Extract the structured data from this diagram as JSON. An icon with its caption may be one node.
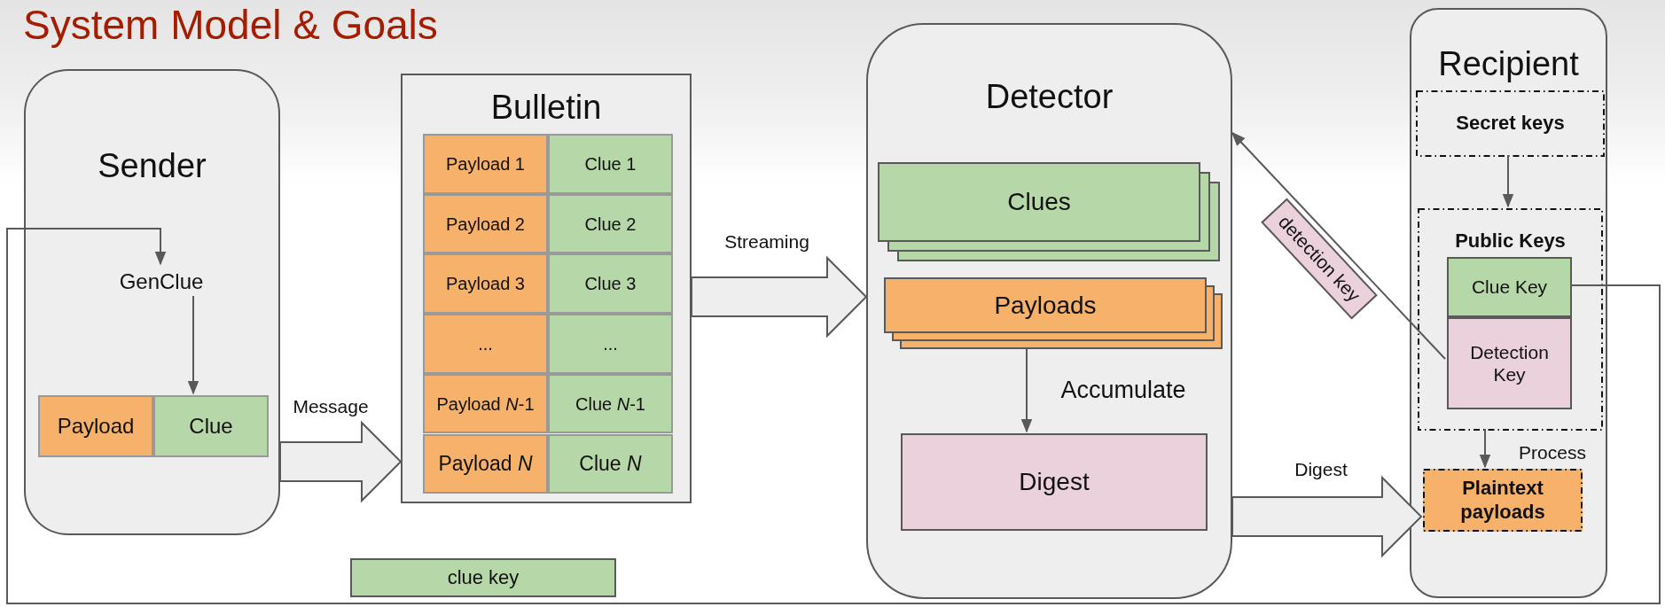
{
  "diagram": {
    "title": "System Model & Goals",
    "nodes": [
      {
        "text": [
          "Sender"
        ]
      },
      {
        "text": [
          "GenClue"
        ],
        "in": 0
      },
      {
        "text": [
          "Payload"
        ],
        "in": 0
      },
      {
        "text": [
          "Clue"
        ],
        "in": 0
      },
      {
        "text": [
          "Bulletin"
        ]
      },
      {
        "text": [
          "Payload 1"
        ],
        "in": 4
      },
      {
        "text": [
          "Clue 1"
        ],
        "in": 4
      },
      {
        "text": [
          "Payload 2"
        ],
        "in": 4
      },
      {
        "text": [
          "Clue 2"
        ],
        "in": 4
      },
      {
        "text": [
          "Payload 3"
        ],
        "in": 4
      },
      {
        "text": [
          "Clue 3"
        ],
        "in": 4
      },
      {
        "text": [
          "..."
        ],
        "in": 4
      },
      {
        "text": [
          "..."
        ],
        "in": 4
      },
      {
        "text": [
          "Payload *N*-1"
        ],
        "in": 4
      },
      {
        "text": [
          "Clue *N*-1"
        ],
        "in": 4
      },
      {
        "text": [
          "Payload *N*"
        ],
        "in": 4
      },
      {
        "text": [
          "Clue *N*"
        ],
        "in": 4
      },
      {
        "text": [
          "Detector"
        ]
      },
      {
        "text": [
          "Clues"
        ],
        "in": 17
      },
      {
        "text": [
          "Payloads"
        ],
        "in": 17
      },
      {
        "text": [
          "Digest"
        ],
        "in": 17
      },
      {
        "text": [
          "Recipient"
        ]
      },
      {
        "text": [
          "Secret keys"
        ],
        "in": 21
      },
      {
        "text": [
          "Public Keys"
        ],
        "in": 21
      },
      {
        "text": [
          "Clue Key"
        ],
        "in": 23
      },
      {
        "text": [
          "Detection Key"
        ],
        "in": 23
      },
      {
        "text": [
          "Plaintext payloads"
        ],
        "in": 21
      }
    ],
    "edges": [
      {
        "from": 1,
        "to": 3,
        "arrow": "to"
      },
      {
        "from": 0,
        "to": 4,
        "arrow": "to",
        "label": "Message",
        "style": "thick"
      },
      {
        "from": 4,
        "to": 17,
        "arrow": "to",
        "label": "Streaming",
        "style": "thick"
      },
      {
        "from": 19,
        "to": 20,
        "arrow": "to",
        "label": "Accumulate"
      },
      {
        "from": 25,
        "to": 17,
        "arrow": "to",
        "label": "detection key"
      },
      {
        "from": 22,
        "to": 23,
        "arrow": "to"
      },
      {
        "from": 23,
        "to": 26,
        "arrow": "to",
        "label": "Process"
      },
      {
        "from": 17,
        "to": 26,
        "arrow": "to",
        "label": "Digest",
        "style": "thick"
      },
      {
        "from": 24,
        "to": 1,
        "arrow": "to",
        "label": "clue key"
      }
    ]
  }
}
